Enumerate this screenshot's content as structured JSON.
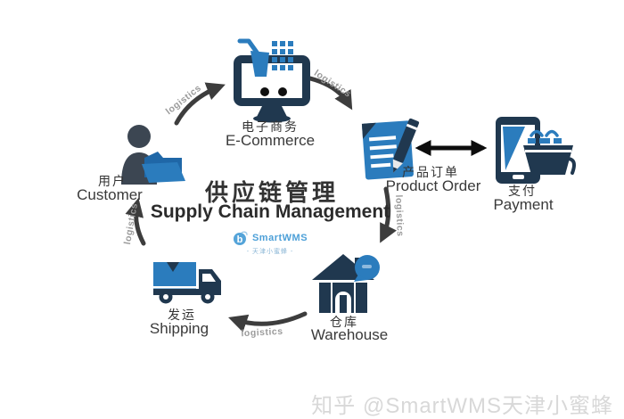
{
  "title": {
    "zh": "供应链管理",
    "en": "Supply Chain Management"
  },
  "logo": {
    "mark": "b",
    "brand": "SmartWMS",
    "subtitle": "- 天津小蜜蜂 -"
  },
  "nodes": {
    "ecommerce": {
      "zh": "电子商务",
      "en": "E-Commerce"
    },
    "product_order": {
      "zh": "产品订单",
      "en": "Product Order"
    },
    "payment": {
      "zh": "支付",
      "en": "Payment"
    },
    "warehouse": {
      "zh": "仓库",
      "en": "Warehouse"
    },
    "shipping": {
      "zh": "发运",
      "en": "Shipping"
    },
    "customer": {
      "zh": "用户",
      "en": "Customer"
    }
  },
  "flow_labels": {
    "customer_to_ecommerce": "logistics",
    "ecommerce_to_order": "logistics",
    "order_to_warehouse": "logistics",
    "warehouse_to_shipping": "logistics",
    "shipping_to_customer": "logistics"
  },
  "watermark": "知乎 @SmartWMS天津小蜜蜂",
  "colors": {
    "brand_blue": "#2b7cbd",
    "brand_navy": "#20384f",
    "arrow_gray": "#3d3d3d",
    "double_arrow_black": "#0d0d0d",
    "label_gray": "#9b9b9b",
    "watermark_gray": "#d8d8d8",
    "logo_blue": "#4da0d8"
  }
}
